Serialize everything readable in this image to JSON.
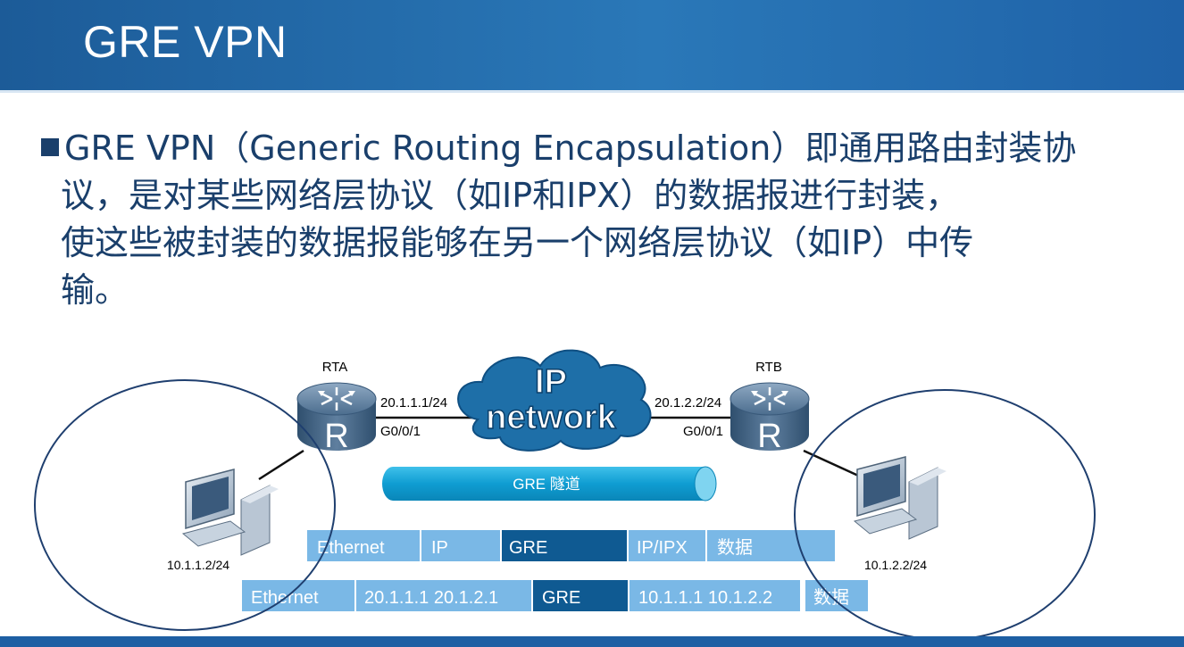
{
  "slide": {
    "title": "GRE VPN",
    "paragraph": [
      "GRE VPN（Generic Routing Encapsulation）即通用路由封装协",
      "议，是对某些网络层协议（如IP和IPX）的数据报进行封装，",
      "使这些被封装的数据报能够在另一个网络层协议（如IP）中传",
      "输。"
    ]
  },
  "diagram": {
    "cloud_line1": "IP",
    "cloud_line2": "network",
    "tunnel_label": "GRE 隧道",
    "left_router": {
      "name": "RTA",
      "ip": "20.1.1.1/24",
      "interface": "G0/0/1",
      "letter": "R"
    },
    "right_router": {
      "name": "RTB",
      "ip": "20.1.2.2/24",
      "interface": "G0/0/1",
      "letter": "R"
    },
    "left_pc_ip": "10.1.1.2/24",
    "right_pc_ip": "10.1.2.2/24",
    "header_row1": [
      "Ethernet",
      "IP",
      "GRE",
      "IP/IPX",
      "数据"
    ],
    "header_row2": [
      "Ethernet",
      "20.1.1.1  20.1.2.1",
      "GRE",
      "10.1.1.1 10.1.2.2",
      "数据"
    ]
  },
  "colors": {
    "header_blue": "#1c5b98",
    "text_dark_blue": "#1a3f6b",
    "cell_light": "#7ab8e6",
    "cell_dark": "#0f5a92",
    "tunnel": "#12a3d6",
    "cloud": "#1e6fa8"
  }
}
